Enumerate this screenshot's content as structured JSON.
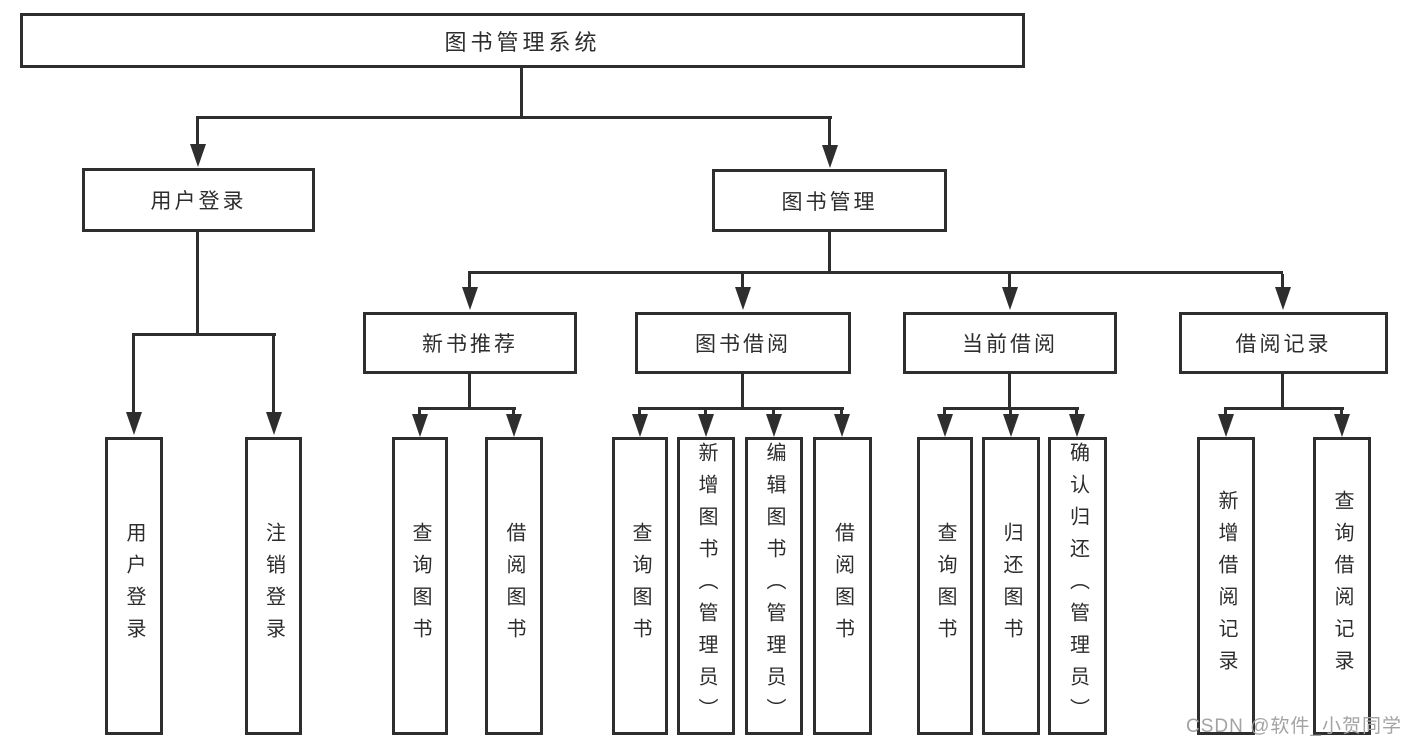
{
  "diagram": {
    "type": "hierarchy",
    "root": {
      "label": "图书管理系统"
    },
    "branches": [
      {
        "label": "用户登录",
        "children": [
          {
            "label": "用户登录"
          },
          {
            "label": "注销登录"
          }
        ]
      },
      {
        "label": "图书管理",
        "children": [
          {
            "label": "新书推荐",
            "children": [
              {
                "label": "查询图书"
              },
              {
                "label": "借阅图书"
              }
            ]
          },
          {
            "label": "图书借阅",
            "children": [
              {
                "label": "查询图书"
              },
              {
                "label": "新增图书（管理员）"
              },
              {
                "label": "编辑图书（管理员）"
              },
              {
                "label": "借阅图书"
              }
            ]
          },
          {
            "label": "当前借阅",
            "children": [
              {
                "label": "查询图书"
              },
              {
                "label": "归还图书"
              },
              {
                "label": "确认归还（管理员）"
              }
            ]
          },
          {
            "label": "借阅记录",
            "children": [
              {
                "label": "新增借阅记录"
              },
              {
                "label": "查询借阅记录"
              }
            ]
          }
        ]
      }
    ],
    "watermark": "CSDN @软件_小贺同学",
    "colors": {
      "line": "#2e2e2e",
      "box_border": "#2e2e2e",
      "box_fill": "#ffffff",
      "text": "#2d2d2d",
      "watermark": "#a3a3a3",
      "background": "#ffffff"
    }
  }
}
